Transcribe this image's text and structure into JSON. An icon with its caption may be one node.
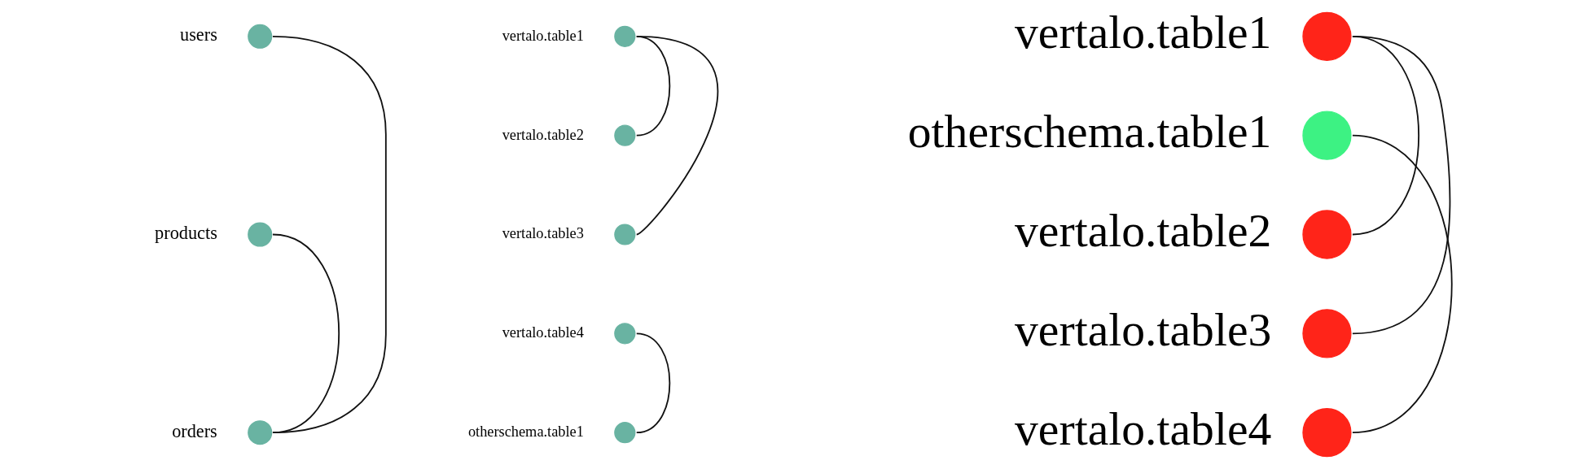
{
  "diagram": {
    "nodes": [
      {
        "text": [],
        "shape": "circle",
        "beside": [
          "users"
        ]
      },
      {
        "text": [],
        "shape": "circle",
        "beside": [
          "products"
        ]
      },
      {
        "text": [],
        "shape": "circle",
        "beside": [
          "orders"
        ]
      },
      {
        "text": [],
        "shape": "circle",
        "beside": [
          "vertalo.table1"
        ]
      },
      {
        "text": [],
        "shape": "circle",
        "beside": [
          "vertalo.table2"
        ]
      },
      {
        "text": [],
        "shape": "circle",
        "beside": [
          "vertalo.table3"
        ]
      },
      {
        "text": [],
        "shape": "circle",
        "beside": [
          "vertalo.table4"
        ]
      },
      {
        "text": [],
        "shape": "circle",
        "beside": [
          "otherschema.table1"
        ]
      },
      {
        "text": [],
        "shape": "circle",
        "beside": [
          "vertalo.table1"
        ]
      },
      {
        "text": [],
        "shape": "circle",
        "beside": [
          "otherschema.table1"
        ]
      },
      {
        "text": [],
        "shape": "circle",
        "beside": [
          "vertalo.table2"
        ]
      },
      {
        "text": [],
        "shape": "circle",
        "beside": [
          "vertalo.table3"
        ]
      },
      {
        "text": [],
        "shape": "circle",
        "beside": [
          "vertalo.table4"
        ]
      }
    ],
    "edges": [
      {
        "from": 0,
        "to": 2,
        "arrow": "none"
      },
      {
        "from": 1,
        "to": 2,
        "arrow": "none"
      },
      {
        "from": 3,
        "to": 4,
        "arrow": "none"
      },
      {
        "from": 3,
        "to": 5,
        "arrow": "none"
      },
      {
        "from": 6,
        "to": 7,
        "arrow": "none"
      },
      {
        "from": 8,
        "to": 10,
        "arrow": "none"
      },
      {
        "from": 8,
        "to": 11,
        "arrow": "none"
      },
      {
        "from": 9,
        "to": 12,
        "arrow": "none"
      }
    ]
  }
}
